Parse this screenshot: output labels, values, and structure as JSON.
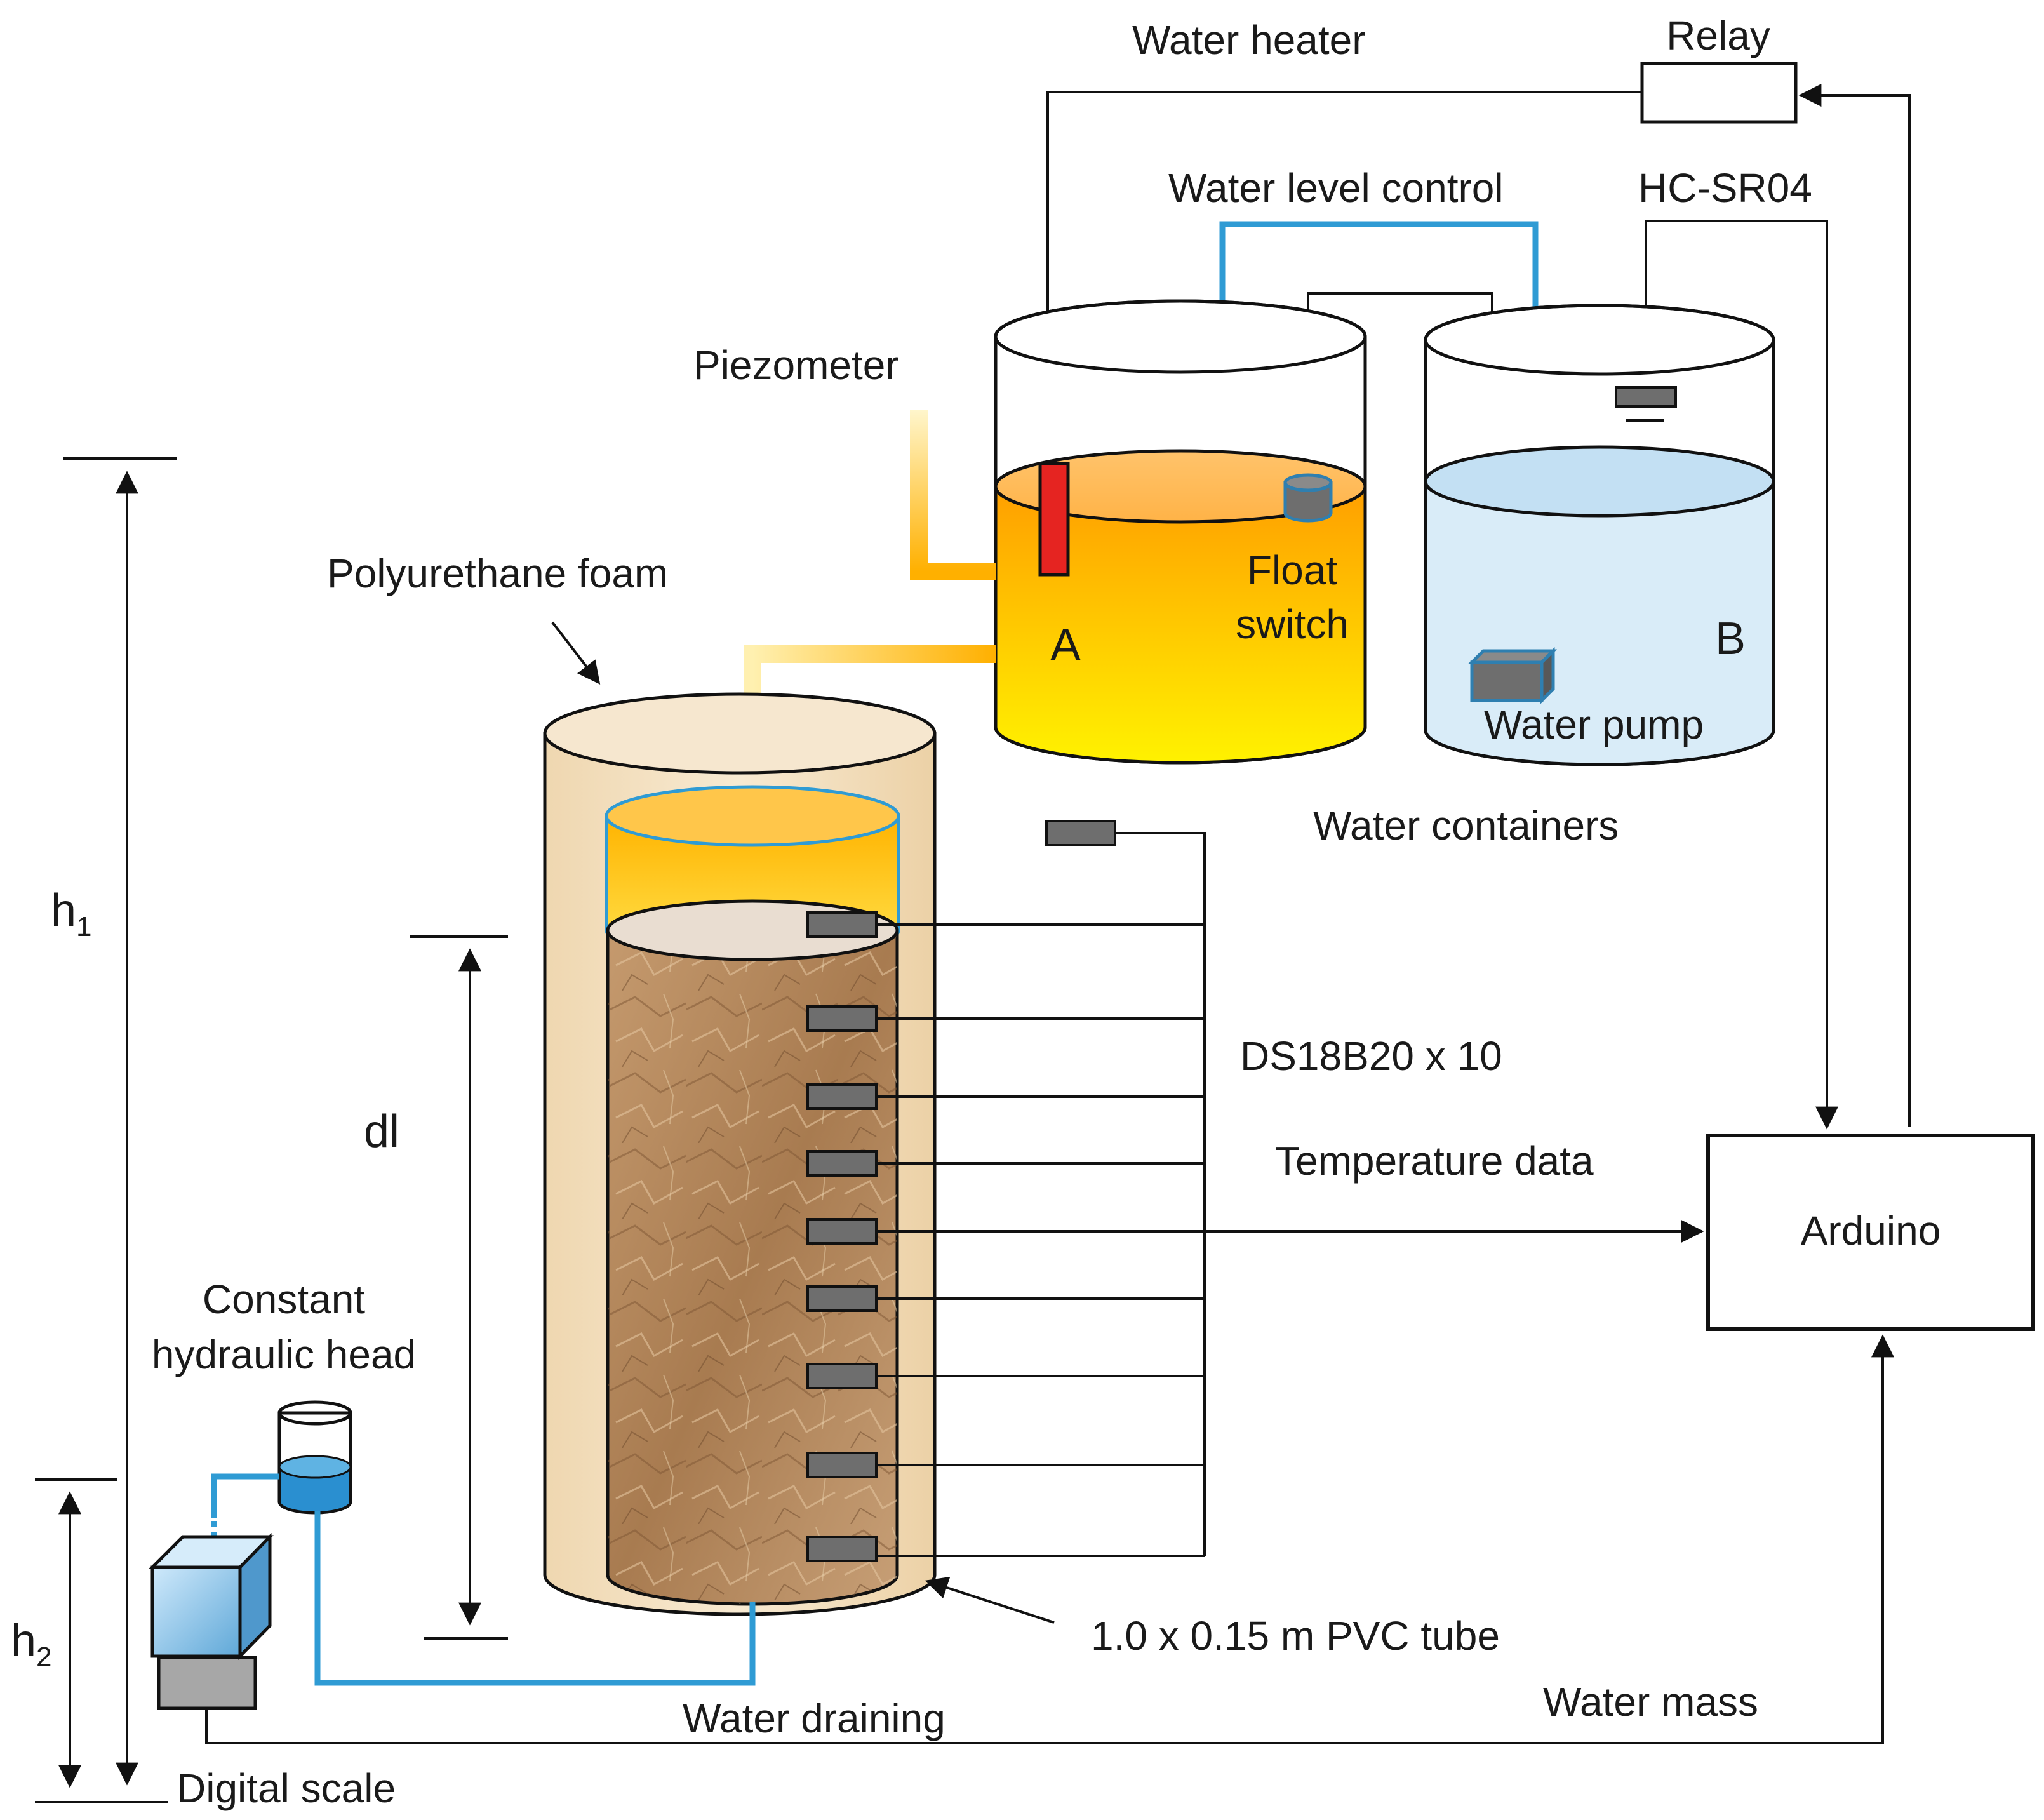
{
  "labels": {
    "water_heater": "Water heater",
    "relay": "Relay",
    "water_level_control": "Water level control",
    "hc_sr04": "HC-SR04",
    "piezometer": "Piezometer",
    "polyurethane_foam": "Polyurethane foam",
    "float_switch_line1": "Float",
    "float_switch_line2": "switch",
    "container_a": "A",
    "container_b": "B",
    "water_pump": "Water pump",
    "water_containers": "Water containers",
    "h1_main": "h",
    "h1_sub": "1",
    "h2_main": "h",
    "h2_sub": "2",
    "dl": "dl",
    "ds18b20": "DS18B20 x 10",
    "temperature_data": "Temperature data",
    "arduino": "Arduino",
    "constant_head_line1": "Constant",
    "constant_head_line2": "hydraulic head",
    "pvc_tube": "1.0 x 0.15 m PVC tube",
    "water_draining": "Water draining",
    "water_mass": "Water mass",
    "digital_scale": "Digital scale"
  },
  "colors": {
    "heated_water": "#ffb000",
    "heated_water_light": "#ffe45c",
    "cold_water": "#d9ecf8",
    "water_line": "#2f9bd4",
    "heater": "#e52421",
    "sensor": "#6e6e6e",
    "foam": "#f5e3c5",
    "soil": "#b98a5c"
  }
}
